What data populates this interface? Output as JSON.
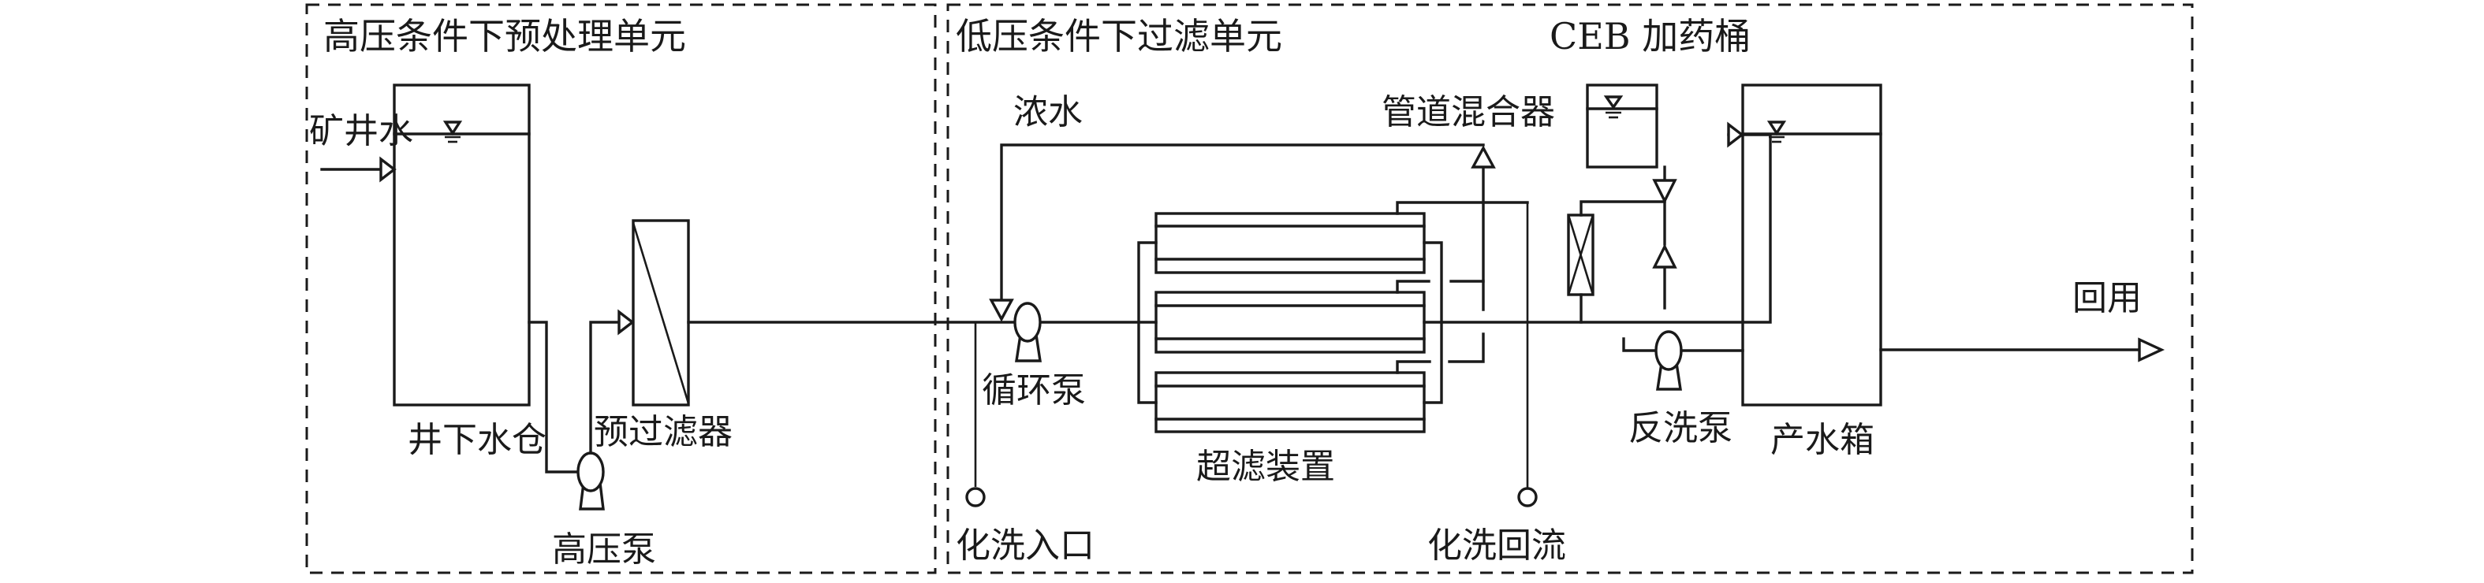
{
  "diagram": {
    "type": "process-flow",
    "colors": {
      "line": "#1a1a1a",
      "background": "#ffffff"
    },
    "units": {
      "high_pressure": {
        "title": "高压条件下预处理单元"
      },
      "low_pressure": {
        "title": "低压条件下过滤单元"
      }
    },
    "labels": {
      "mine_water": "矿井水",
      "underground_sump": "井下水仓",
      "high_pressure_pump": "高压泵",
      "pre_filter": "预过滤器",
      "concentrate": "浓水",
      "circulation_pump": "循环泵",
      "uf_device": "超滤装置",
      "chemical_wash_inlet": "化洗入口",
      "chemical_wash_return": "化洗回流",
      "pipeline_mixer": "管道混合器",
      "ceb_tank": "CEB 加药桶",
      "backwash_pump": "反洗泵",
      "product_tank": "产水箱",
      "reuse": "回用"
    },
    "components": [
      {
        "id": "underground_sump",
        "kind": "tank",
        "label_ref": "underground_sump"
      },
      {
        "id": "high_pressure_pump",
        "kind": "pump",
        "label_ref": "high_pressure_pump"
      },
      {
        "id": "pre_filter",
        "kind": "filter",
        "label_ref": "pre_filter"
      },
      {
        "id": "circulation_pump",
        "kind": "pump",
        "label_ref": "circulation_pump"
      },
      {
        "id": "uf_device",
        "kind": "membrane-modules",
        "count": 3,
        "label_ref": "uf_device"
      },
      {
        "id": "pipeline_mixer",
        "kind": "static-mixer",
        "label_ref": "pipeline_mixer"
      },
      {
        "id": "ceb_tank",
        "kind": "tank",
        "label_ref": "ceb_tank"
      },
      {
        "id": "backwash_pump",
        "kind": "pump",
        "label_ref": "backwash_pump"
      },
      {
        "id": "product_tank",
        "kind": "tank",
        "label_ref": "product_tank"
      }
    ],
    "flows": [
      {
        "from": "mine_water",
        "to": "underground_sump"
      },
      {
        "from": "underground_sump",
        "to": "high_pressure_pump"
      },
      {
        "from": "high_pressure_pump",
        "to": "pre_filter"
      },
      {
        "from": "pre_filter",
        "to": "circulation_pump"
      },
      {
        "from": "circulation_pump",
        "to": "uf_device"
      },
      {
        "from": "uf_device",
        "to": "circulation_pump",
        "label_ref": "concentrate"
      },
      {
        "from": "uf_device",
        "to": "product_tank"
      },
      {
        "from": "ceb_tank",
        "to": "pipeline_mixer"
      },
      {
        "from": "product_tank",
        "to": "backwash_pump"
      },
      {
        "from": "product_tank",
        "to": "reuse"
      }
    ]
  }
}
